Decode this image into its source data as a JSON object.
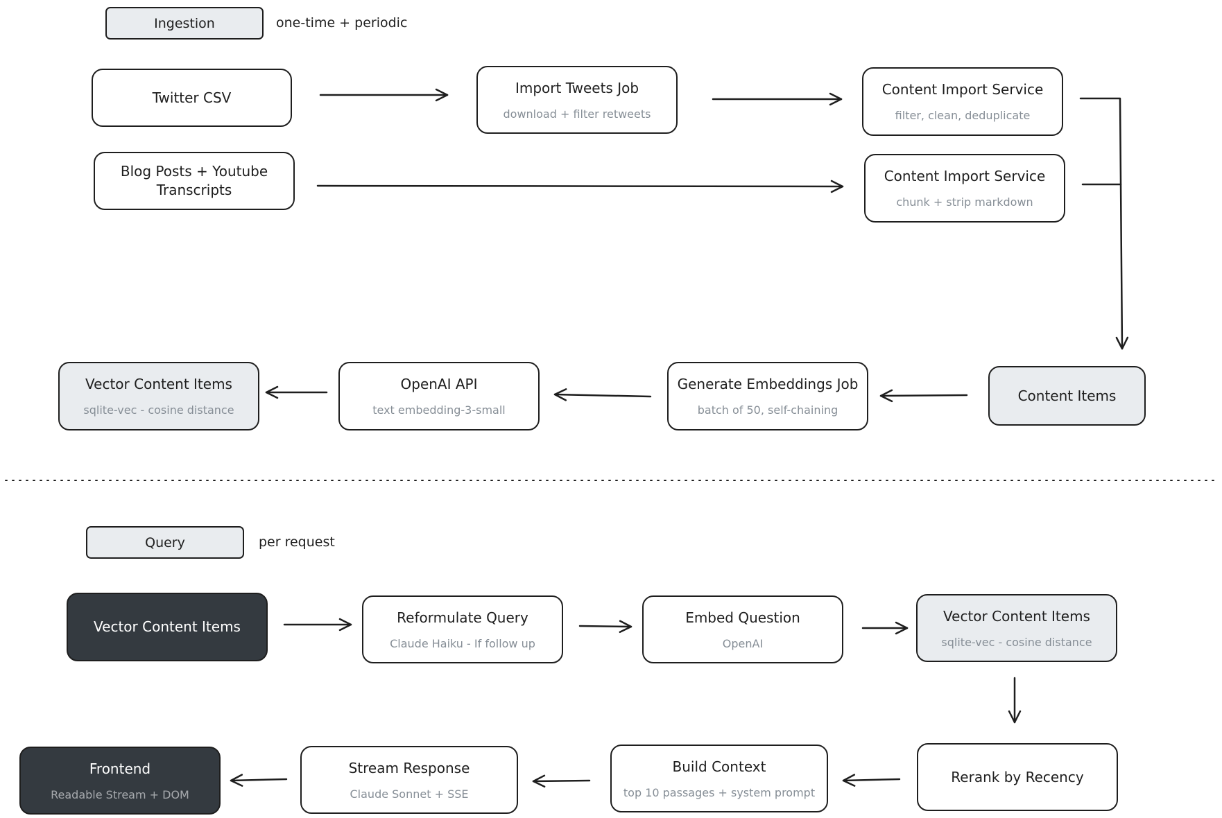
{
  "ingestion": {
    "tag": "Ingestion",
    "note": "one-time + periodic",
    "nodes": {
      "twitter_csv": {
        "title": "Twitter CSV"
      },
      "import_tweets": {
        "title": "Import Tweets Job",
        "sub": "download + filter retweets"
      },
      "content_import_1": {
        "title": "Content Import Service",
        "sub": "filter, clean, deduplicate"
      },
      "blog_posts": {
        "title": "Blog Posts + Youtube\nTranscripts"
      },
      "content_import_2": {
        "title": "Content Import Service",
        "sub": "chunk + strip markdown"
      },
      "content_items": {
        "title": "Content Items"
      },
      "generate_embeddings": {
        "title": "Generate Embeddings Job",
        "sub": "batch of 50, self-chaining"
      },
      "openai_api": {
        "title": "OpenAI API",
        "sub": "text embedding-3-small"
      },
      "vector_items": {
        "title": "Vector Content Items",
        "sub": "sqlite-vec - cosine distance"
      }
    }
  },
  "query": {
    "tag": "Query",
    "note": "per request",
    "nodes": {
      "vector_items_start": {
        "title": "Vector Content Items"
      },
      "reformulate": {
        "title": "Reformulate Query",
        "sub": "Claude Haiku - If follow up"
      },
      "embed_question": {
        "title": "Embed Question",
        "sub": "OpenAI"
      },
      "vector_items_search": {
        "title": "Vector Content Items",
        "sub": "sqlite-vec - cosine distance"
      },
      "rerank": {
        "title": "Rerank by Recency"
      },
      "build_context": {
        "title": "Build Context",
        "sub": "top 10 passages + system prompt"
      },
      "stream_response": {
        "title": "Stream Response",
        "sub": "Claude Sonnet + SSE"
      },
      "frontend": {
        "title": "Frontend",
        "sub": "Readable Stream + DOM"
      }
    }
  },
  "colors": {
    "stroke": "#1e1e1e",
    "gray_fill": "#e9ecef",
    "dark_fill": "#343a40",
    "subtext": "#868e96"
  }
}
